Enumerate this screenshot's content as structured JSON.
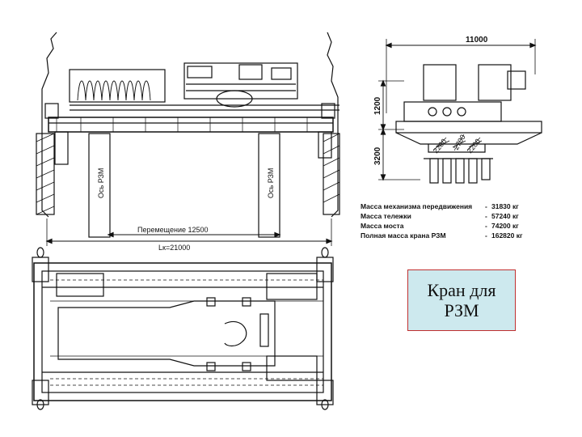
{
  "side_view": {
    "axis_label_left": "Ось РЗМ",
    "axis_label_right": "Ось РЗМ",
    "travel_label": "Перемещение 12500",
    "span_label": "Lк=21000"
  },
  "end_view": {
    "width_label": "11000",
    "height_upper": "1200",
    "height_lower": "3200",
    "sub_dim_a": "2200",
    "sub_dim_b": "2200",
    "sub_dim_c": "2700"
  },
  "specs": [
    {
      "label": "Масса механизма передвижения",
      "value": "31830 кг"
    },
    {
      "label": "Масса тележки",
      "value": "57240 кг"
    },
    {
      "label": "Масса моста",
      "value": "74200 кг"
    },
    {
      "label": "Полная масса крана РЗМ",
      "value": "162820 кг"
    }
  ],
  "caption": {
    "line1": "Кран для",
    "line2": "РЗМ"
  }
}
